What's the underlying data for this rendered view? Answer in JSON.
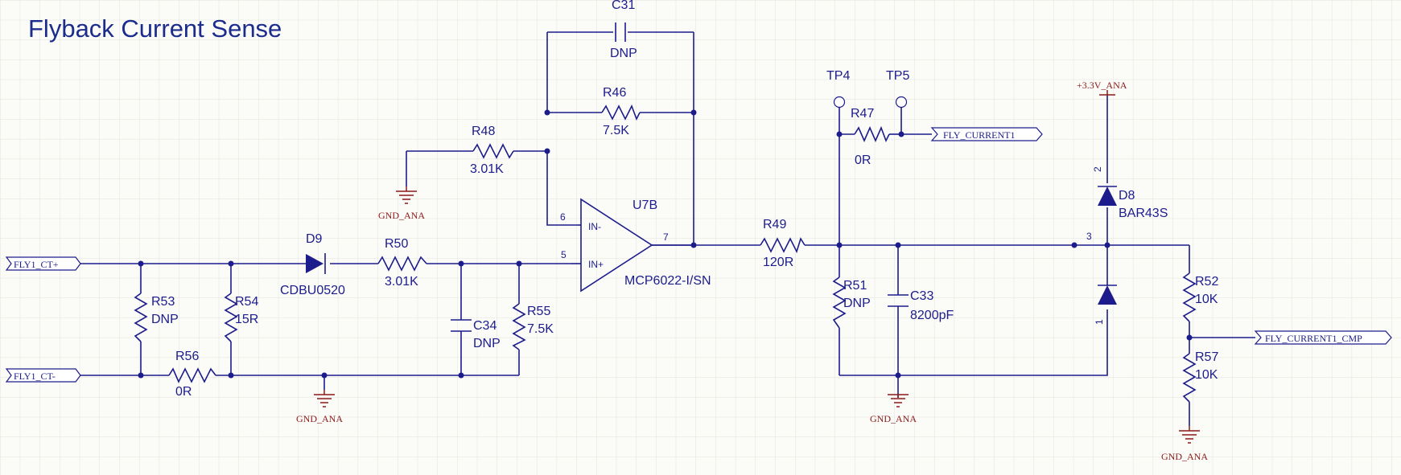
{
  "title": "Flyback Current Sense",
  "ports": {
    "fly1_ct_plus": "FLY1_CT+",
    "fly1_ct_minus": "FLY1_CT-",
    "fly_current1": "FLY_CURRENT1",
    "fly_current1_cmp": "FLY_CURRENT1_CMP"
  },
  "power": {
    "gnd1": "GND_ANA",
    "gnd2": "GND_ANA",
    "gnd3": "GND_ANA",
    "gnd4": "GND_ANA",
    "vcc": "+3.3V_ANA"
  },
  "components": {
    "d9": {
      "ref": "D9",
      "value": "CDBU0520"
    },
    "r50": {
      "ref": "R50",
      "value": "3.01K"
    },
    "r53": {
      "ref": "R53",
      "value": "DNP"
    },
    "r54": {
      "ref": "R54",
      "value": "15R"
    },
    "r56": {
      "ref": "R56",
      "value": "0R"
    },
    "c34": {
      "ref": "C34",
      "value": "DNP"
    },
    "r55": {
      "ref": "R55",
      "value": "7.5K"
    },
    "r48": {
      "ref": "R48",
      "value": "3.01K"
    },
    "r46": {
      "ref": "R46",
      "value": "7.5K"
    },
    "c31": {
      "ref": "C31",
      "value": "DNP"
    },
    "u7b": {
      "ref": "U7B",
      "value": "MCP6022-I/SN",
      "pin_inv": "IN-",
      "pin_noninv": "IN+",
      "pin6": "6",
      "pin5": "5",
      "pin7": "7"
    },
    "r49": {
      "ref": "R49",
      "value": "120R"
    },
    "tp4": {
      "ref": "TP4"
    },
    "tp5": {
      "ref": "TP5"
    },
    "r47": {
      "ref": "R47",
      "value": "0R"
    },
    "r51": {
      "ref": "R51",
      "value": "DNP"
    },
    "c33": {
      "ref": "C33",
      "value": "8200pF"
    },
    "d8": {
      "ref": "D8",
      "value": "BAR43S",
      "pin1": "1",
      "pin2": "2",
      "pin3": "3"
    },
    "r52": {
      "ref": "R52",
      "value": "10K"
    },
    "r57": {
      "ref": "R57",
      "value": "10K"
    }
  }
}
